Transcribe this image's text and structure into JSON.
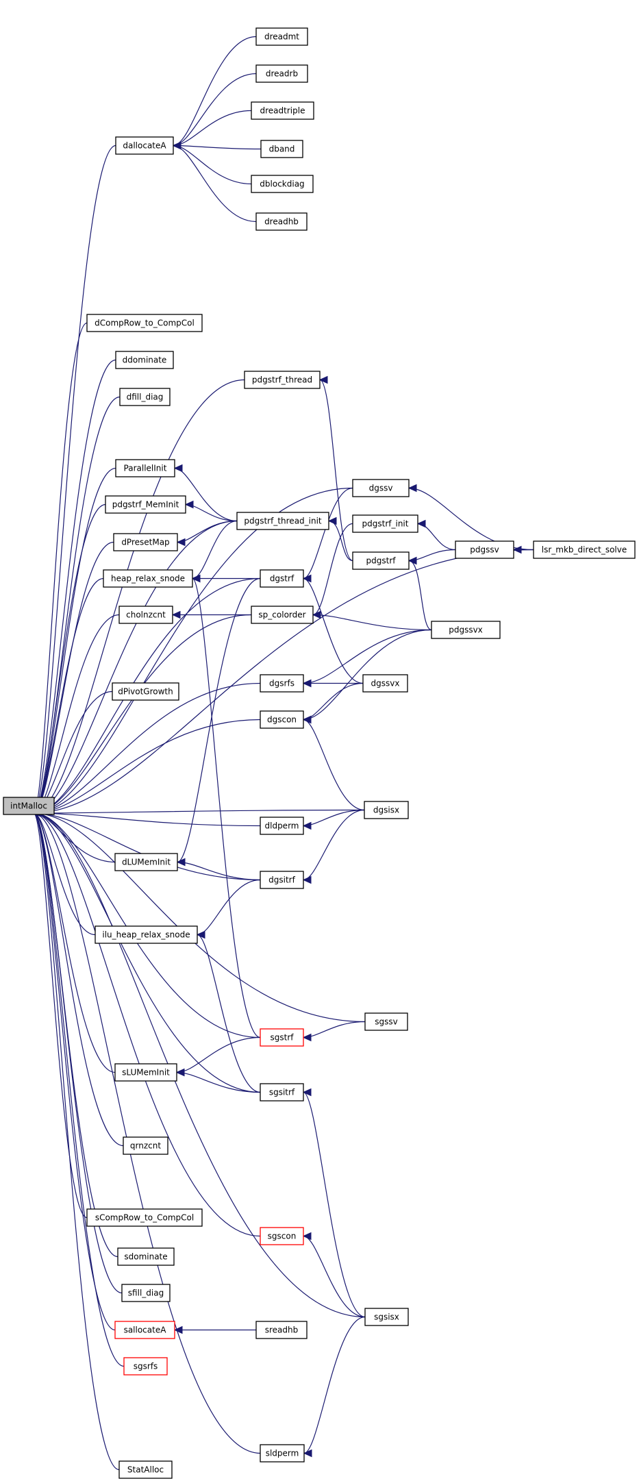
{
  "graph": {
    "nodes": [
      {
        "id": "intMalloc",
        "label": "intMalloc",
        "highlight": true
      },
      {
        "id": "dallocateA",
        "label": "dallocateA"
      },
      {
        "id": "dCompRow_to_CompCol",
        "label": "dCompRow_to_CompCol"
      },
      {
        "id": "ddominate",
        "label": "ddominate"
      },
      {
        "id": "dfill_diag",
        "label": "dfill_diag"
      },
      {
        "id": "ParallelInit",
        "label": "ParallelInit"
      },
      {
        "id": "pdgstrf_MemInit",
        "label": "pdgstrf_MemInit"
      },
      {
        "id": "dPresetMap",
        "label": "dPresetMap"
      },
      {
        "id": "heap_relax_snode",
        "label": "heap_relax_snode"
      },
      {
        "id": "cholnzcnt",
        "label": "cholnzcnt"
      },
      {
        "id": "dPivotGrowth",
        "label": "dPivotGrowth"
      },
      {
        "id": "dLUMemInit",
        "label": "dLUMemInit"
      },
      {
        "id": "ilu_heap_relax_snode",
        "label": "ilu_heap_relax_snode"
      },
      {
        "id": "sLUMemInit",
        "label": "sLUMemInit"
      },
      {
        "id": "qrnzcnt",
        "label": "qrnzcnt"
      },
      {
        "id": "sCompRow_to_CompCol",
        "label": "sCompRow_to_CompCol"
      },
      {
        "id": "sdominate",
        "label": "sdominate"
      },
      {
        "id": "sfill_diag",
        "label": "sfill_diag"
      },
      {
        "id": "sallocateA",
        "label": "sallocateA",
        "red": true
      },
      {
        "id": "sgsrfs",
        "label": "sgsrfs",
        "red": true
      },
      {
        "id": "StatAlloc",
        "label": "StatAlloc"
      },
      {
        "id": "dreadmt",
        "label": "dreadmt"
      },
      {
        "id": "dreadrb",
        "label": "dreadrb"
      },
      {
        "id": "dreadtriple",
        "label": "dreadtriple"
      },
      {
        "id": "dband",
        "label": "dband"
      },
      {
        "id": "dblockdiag",
        "label": "dblockdiag"
      },
      {
        "id": "dreadhb",
        "label": "dreadhb"
      },
      {
        "id": "pdgstrf_thread",
        "label": "pdgstrf_thread"
      },
      {
        "id": "pdgstrf_thread_init",
        "label": "pdgstrf_thread_init"
      },
      {
        "id": "dgstrf",
        "label": "dgstrf"
      },
      {
        "id": "sp_colorder",
        "label": "sp_colorder"
      },
      {
        "id": "dgsrfs",
        "label": "dgsrfs"
      },
      {
        "id": "dgscon",
        "label": "dgscon"
      },
      {
        "id": "dldperm",
        "label": "dldperm"
      },
      {
        "id": "dgsitrf",
        "label": "dgsitrf"
      },
      {
        "id": "sgstrf",
        "label": "sgstrf",
        "red": true
      },
      {
        "id": "sgsitrf",
        "label": "sgsitrf"
      },
      {
        "id": "sgscon",
        "label": "sgscon",
        "red": true
      },
      {
        "id": "sreadhb",
        "label": "sreadhb"
      },
      {
        "id": "sldperm",
        "label": "sldperm"
      },
      {
        "id": "dgssv",
        "label": "dgssv"
      },
      {
        "id": "pdgstrf_init",
        "label": "pdgstrf_init"
      },
      {
        "id": "pdgstrf",
        "label": "pdgstrf"
      },
      {
        "id": "pdgssvx",
        "label": "pdgssvx"
      },
      {
        "id": "dgssvx",
        "label": "dgssvx"
      },
      {
        "id": "dgsisx",
        "label": "dgsisx"
      },
      {
        "id": "sgssv",
        "label": "sgssv"
      },
      {
        "id": "sgsisx",
        "label": "sgsisx"
      },
      {
        "id": "pdgssv",
        "label": "pdgssv"
      },
      {
        "id": "lsr_mkb_direct_solve",
        "label": "lsr_mkb_direct_solve"
      }
    ],
    "edges": [
      [
        "dallocateA",
        "intMalloc"
      ],
      [
        "dCompRow_to_CompCol",
        "intMalloc"
      ],
      [
        "ddominate",
        "intMalloc"
      ],
      [
        "dfill_diag",
        "intMalloc"
      ],
      [
        "ParallelInit",
        "intMalloc"
      ],
      [
        "pdgstrf_MemInit",
        "intMalloc"
      ],
      [
        "dPresetMap",
        "intMalloc"
      ],
      [
        "heap_relax_snode",
        "intMalloc"
      ],
      [
        "cholnzcnt",
        "intMalloc"
      ],
      [
        "dPivotGrowth",
        "intMalloc"
      ],
      [
        "dLUMemInit",
        "intMalloc"
      ],
      [
        "ilu_heap_relax_snode",
        "intMalloc"
      ],
      [
        "sLUMemInit",
        "intMalloc"
      ],
      [
        "qrnzcnt",
        "intMalloc"
      ],
      [
        "sCompRow_to_CompCol",
        "intMalloc"
      ],
      [
        "sdominate",
        "intMalloc"
      ],
      [
        "sfill_diag",
        "intMalloc"
      ],
      [
        "sallocateA",
        "intMalloc"
      ],
      [
        "sgsrfs",
        "intMalloc"
      ],
      [
        "StatAlloc",
        "intMalloc"
      ],
      [
        "dgssv",
        "intMalloc"
      ],
      [
        "pdgstrf_thread",
        "intMalloc"
      ],
      [
        "dgstrf",
        "intMalloc"
      ],
      [
        "pdgstrf_thread_init",
        "intMalloc"
      ],
      [
        "sp_colorder",
        "intMalloc"
      ],
      [
        "dgsrfs",
        "intMalloc"
      ],
      [
        "dgscon",
        "intMalloc"
      ],
      [
        "dgsisx",
        "intMalloc"
      ],
      [
        "dldperm",
        "intMalloc"
      ],
      [
        "dgsitrf",
        "intMalloc"
      ],
      [
        "lsr_mkb_direct_solve",
        "intMalloc"
      ],
      [
        "sgssv",
        "intMalloc"
      ],
      [
        "sgstrf",
        "intMalloc"
      ],
      [
        "sgsitrf",
        "intMalloc"
      ],
      [
        "sgscon",
        "intMalloc"
      ],
      [
        "sgsisx",
        "intMalloc"
      ],
      [
        "sldperm",
        "intMalloc"
      ],
      [
        "dreadmt",
        "dallocateA"
      ],
      [
        "dreadrb",
        "dallocateA"
      ],
      [
        "dreadtriple",
        "dallocateA"
      ],
      [
        "dband",
        "dallocateA"
      ],
      [
        "dblockdiag",
        "dallocateA"
      ],
      [
        "dreadhb",
        "dallocateA"
      ],
      [
        "pdgstrf_thread_init",
        "ParallelInit"
      ],
      [
        "pdgstrf_thread_init",
        "pdgstrf_MemInit"
      ],
      [
        "pdgstrf_thread_init",
        "dPresetMap"
      ],
      [
        "pdgstrf_thread_init",
        "heap_relax_snode"
      ],
      [
        "dgstrf",
        "heap_relax_snode"
      ],
      [
        "sgstrf",
        "heap_relax_snode"
      ],
      [
        "sp_colorder",
        "cholnzcnt"
      ],
      [
        "dgstrf",
        "dLUMemInit"
      ],
      [
        "dgsitrf",
        "dLUMemInit"
      ],
      [
        "dgsitrf",
        "ilu_heap_relax_snode"
      ],
      [
        "sgsitrf",
        "ilu_heap_relax_snode"
      ],
      [
        "sgstrf",
        "sLUMemInit"
      ],
      [
        "sgsitrf",
        "sLUMemInit"
      ],
      [
        "sreadhb",
        "sallocateA"
      ],
      [
        "pdgstrf",
        "pdgstrf_thread"
      ],
      [
        "pdgstrf",
        "pdgstrf_thread_init"
      ],
      [
        "dgssv",
        "dgstrf"
      ],
      [
        "dgssvx",
        "dgstrf"
      ],
      [
        "pdgstrf_init",
        "sp_colorder"
      ],
      [
        "pdgssvx",
        "sp_colorder"
      ],
      [
        "pdgssvx",
        "dgsrfs"
      ],
      [
        "dgssvx",
        "dgsrfs"
      ],
      [
        "dgssvx",
        "dgscon"
      ],
      [
        "pdgssvx",
        "dgscon"
      ],
      [
        "dgsisx",
        "dgscon"
      ],
      [
        "dgsisx",
        "dldperm"
      ],
      [
        "dgsisx",
        "dgsitrf"
      ],
      [
        "sgssv",
        "sgstrf"
      ],
      [
        "sgsisx",
        "sgsitrf"
      ],
      [
        "sgsisx",
        "sgscon"
      ],
      [
        "sgsisx",
        "sldperm"
      ],
      [
        "lsr_mkb_direct_solve",
        "dgssv"
      ],
      [
        "pdgssv",
        "pdgstrf_init"
      ],
      [
        "pdgssv",
        "pdgstrf"
      ],
      [
        "pdgssvx",
        "pdgstrf"
      ],
      [
        "lsr_mkb_direct_solve",
        "pdgssv"
      ]
    ]
  }
}
